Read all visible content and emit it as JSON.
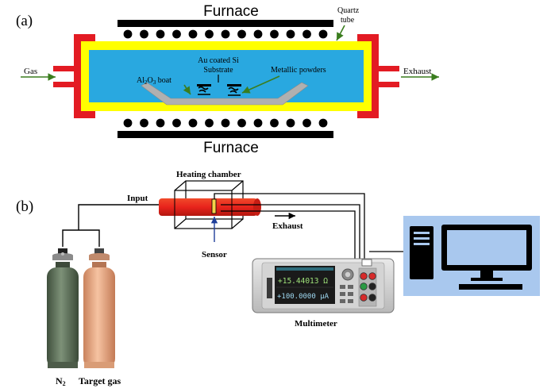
{
  "panel_a": {
    "label": "(a)",
    "furnace_top": "Furnace",
    "furnace_bottom": "Furnace",
    "quartz_line1": "Quartz",
    "quartz_line2": "tube",
    "gas": "Gas",
    "exhaust": "Exhaust",
    "substrate_line1": "Au coated Si",
    "substrate_line2": "Substrate",
    "metallic_powders": "Metallic  powders",
    "boat_main": "Al",
    "boat_sub2": "2",
    "boat_o": "O",
    "boat_sub3": "3",
    "boat_suffix": " boat"
  },
  "panel_b": {
    "label": "(b)",
    "heating_chamber": "Heating chamber",
    "input": "Input",
    "exhaust": "Exhaust",
    "sensor": "Sensor",
    "multimeter": "Multimeter",
    "n2_main": "N",
    "n2_sub": "2",
    "target_gas": "Target gas",
    "display_resistance": "+15.44013 Ω",
    "display_current": "+100.0000 µA"
  },
  "colors": {
    "tube_fill": "#29a8e0",
    "quartz_yellow": "#ffff00",
    "flange_red": "#e31b23",
    "boat_gray": "#b0b0b0",
    "arrow_green": "#3a7d1e",
    "chamber_red": "#e8231c",
    "cylinder_green": "#566b52",
    "cylinder_orange": "#e8a47c",
    "computer_bg": "#a9c8ee"
  }
}
